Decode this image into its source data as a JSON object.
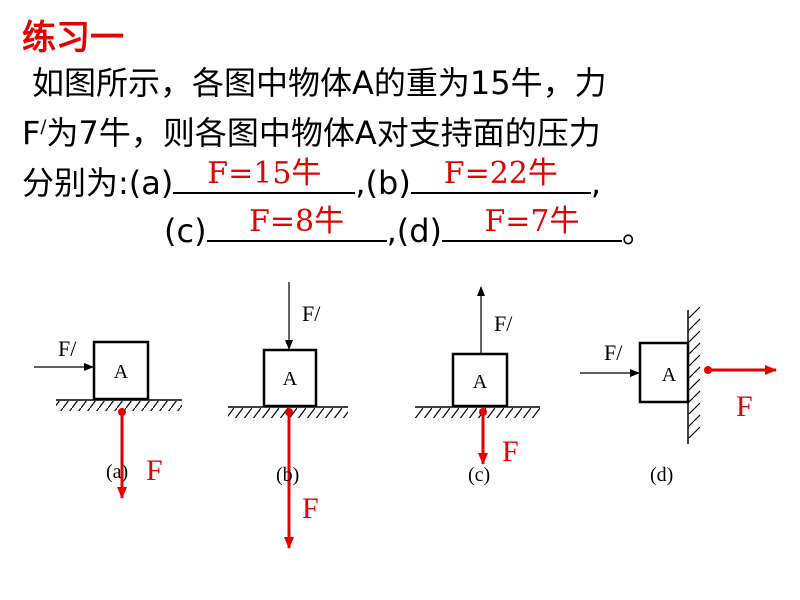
{
  "title": "练习一",
  "problem": {
    "line1": "如图所示，各图中物体A的重为15牛，力",
    "line2_pre": "F",
    "line2_prime": "/",
    "line2_post": "为7牛，则各图中物体A对支持面的压力",
    "line3_pre": "分别为:(a)",
    "sep": ",",
    "b_label": "(b)",
    "c_label": "(c)",
    "d_label": "(d)",
    "end": "。"
  },
  "answers": {
    "a": "F=15牛",
    "b": "F=22牛",
    "c": "F=8牛",
    "d": "F=7牛"
  },
  "diagrams": {
    "block_label": "A",
    "applied_force": "F/",
    "reaction_force": "F",
    "captions": [
      "(a)",
      "(b)",
      "(c)",
      "(d)"
    ]
  },
  "colors": {
    "answer": "#e60000",
    "force_arrow": "#e60000",
    "title": "#e60000"
  }
}
